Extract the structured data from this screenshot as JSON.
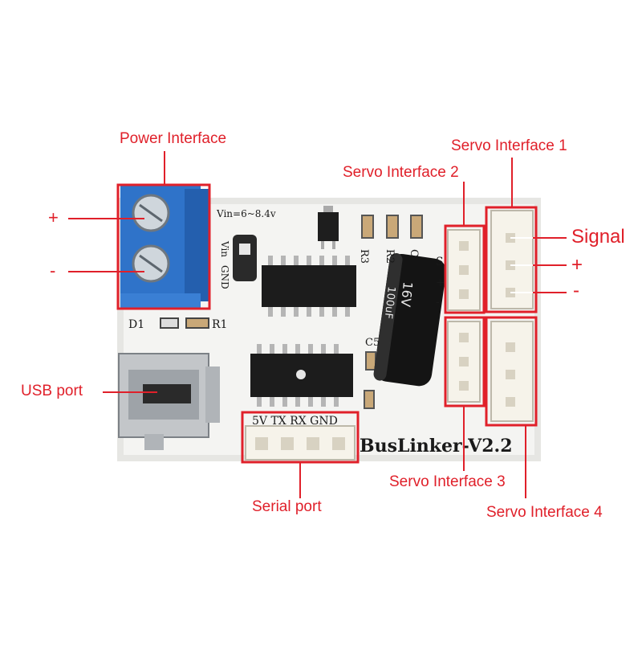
{
  "board": {
    "silk_vin": "Vin=6~8.4v",
    "silk_vin_short": "Vin",
    "silk_gnd": "GND",
    "silk_r3": "R3",
    "silk_r2": "R2",
    "silk_c": "C",
    "silk_d1": "D1",
    "silk_r1": "R1",
    "silk_c5": "C5",
    "silk_cap_voltage": "16V",
    "silk_cap_value": "100uF",
    "silk_serial_pins": "5V TX RX GND",
    "silk_model": "BusLinker-V2.2",
    "silk_s": "S",
    "silk_plus": "+",
    "silk_minus": "-"
  },
  "callouts": {
    "power_interface": "Power Interface",
    "usb_port": "USB port",
    "serial_port": "Serial port",
    "servo_interface_1": "Servo Interface 1",
    "servo_interface_2": "Servo Interface 2",
    "servo_interface_3": "Servo Interface 3",
    "servo_interface_4": "Servo Interface 4",
    "power_plus": "+",
    "power_minus": "-",
    "signal": "Signal",
    "servo_plus": "+",
    "servo_minus": "-"
  },
  "colors": {
    "annotation": "#e0202a",
    "board": "#f4f4f2",
    "terminal_block": "#2f73c9",
    "chip": "#1c1c1c",
    "header": "#f6f3ea"
  }
}
